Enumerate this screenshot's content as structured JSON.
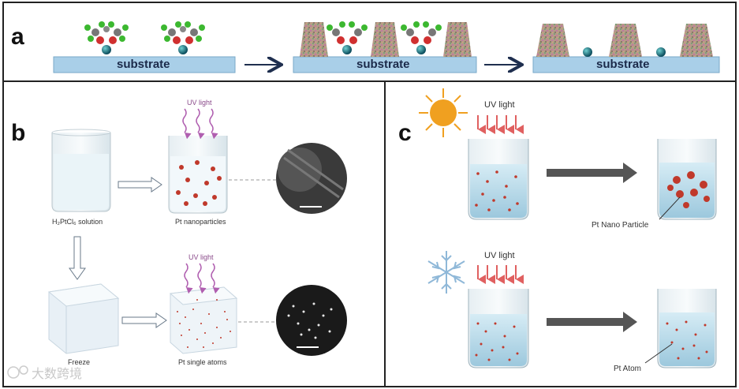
{
  "panel_a": {
    "letter": "a",
    "substrate_1": "substrate",
    "substrate_2": "substrate",
    "substrate_3": "substrate"
  },
  "panel_b": {
    "letter": "b",
    "uv_top": "UV light",
    "uv_bottom": "UV light",
    "solution": "H₂PtCl₆ solution",
    "nanoparticles": "Pt nanoparticles",
    "freeze": "Freeze",
    "single_atoms": "Pt single atoms"
  },
  "panel_c": {
    "letter": "c",
    "uv_top": "UV light",
    "uv_bottom": "UV light",
    "nano_particle": "Pt Nano Particle",
    "atom": "Pt Atom"
  },
  "watermark": "大数跨境",
  "colors": {
    "substrate": "#a9cfe8",
    "arrow_dark": "#1f2f4f",
    "uv": "#b05fb0",
    "pt_dot": "#c0392b",
    "gray_arrow": "#555555",
    "sun": "#f0a020"
  }
}
